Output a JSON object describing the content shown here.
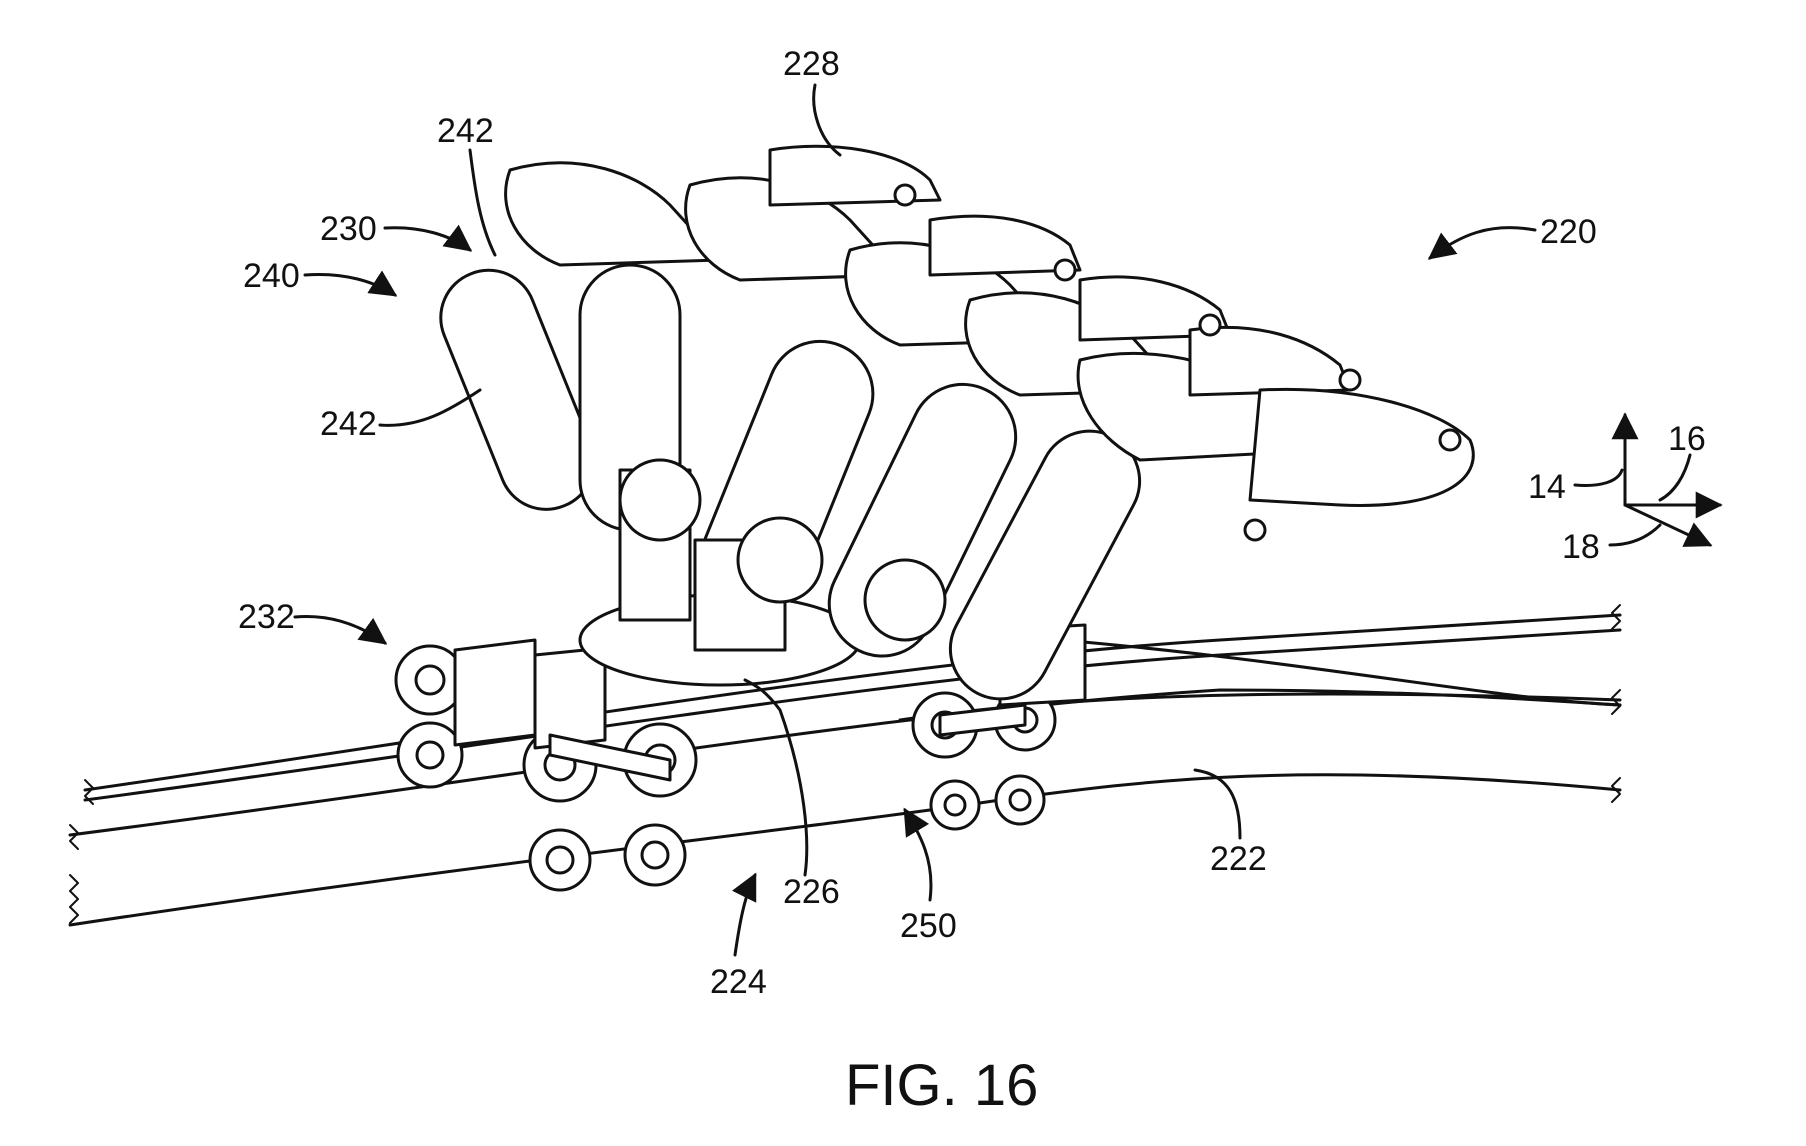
{
  "figure": {
    "caption": "FIG. 16",
    "labels": {
      "l228": "228",
      "l242a": "242",
      "l230": "230",
      "l240": "240",
      "l242b": "242",
      "l220": "220",
      "l14": "14",
      "l16": "16",
      "l18": "18",
      "l232": "232",
      "l226": "226",
      "l222": "222",
      "l250": "250",
      "l224": "224"
    }
  },
  "colors": {
    "ink": "#111111",
    "paper": "#ffffff"
  }
}
